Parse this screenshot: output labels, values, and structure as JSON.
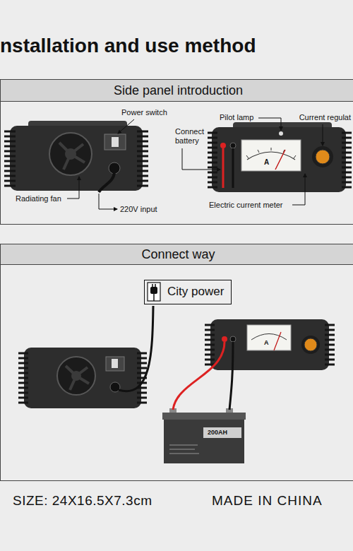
{
  "diagram": {
    "title": "nstallation and use method",
    "nodes": [
      {
        "text": [
          "Side panel introduction"
        ]
      },
      {
        "text": [
          "Connect way"
        ]
      },
      {
        "text": [
          "City power"
        ],
        "in": 1
      }
    ],
    "labels": [
      "Power switch",
      "Pilot lamp",
      "Current regulat",
      "Connect battery",
      "Radiating fan",
      "220V input",
      "Electric current meter",
      "A",
      "A",
      "200AH",
      "SIZE: 24X16.5X7.3cm",
      "MADE IN CHINA"
    ]
  }
}
